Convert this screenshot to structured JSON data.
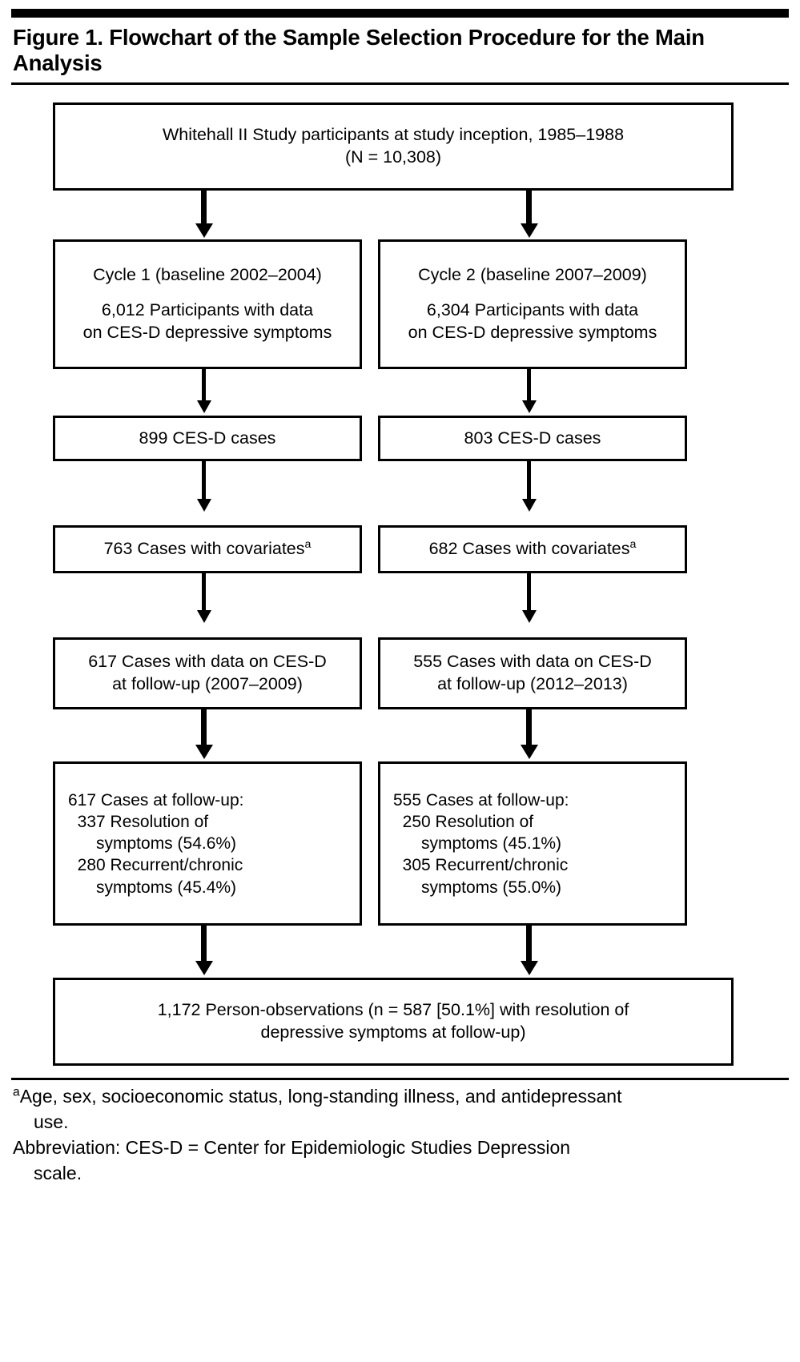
{
  "figure": {
    "title": "Figure 1. Flowchart of the Sample Selection Procedure for the Main Analysis"
  },
  "chart_data": {
    "type": "diagram",
    "title": "Figure 1. Flowchart of the Sample Selection Procedure for the Main Analysis",
    "nodes": [
      {
        "id": "inception",
        "lines": [
          "Whitehall II Study participants at study inception, 1985–1988",
          "(N = 10,308)"
        ]
      },
      {
        "id": "cycle1",
        "lines": [
          "Cycle 1 (baseline 2002–2004)",
          "",
          "6,012 Participants with data",
          "on CES-D depressive symptoms"
        ]
      },
      {
        "id": "cycle2",
        "lines": [
          "Cycle 2 (baseline 2007–2009)",
          "",
          "6,304 Participants with data",
          "on CES-D depressive symptoms"
        ]
      },
      {
        "id": "cases1",
        "lines": [
          "899 CES-D cases"
        ]
      },
      {
        "id": "cases2",
        "lines": [
          "803 CES-D cases"
        ]
      },
      {
        "id": "cov1",
        "lines": [
          "763 Cases with covariates"
        ],
        "footnote_marker": "a"
      },
      {
        "id": "cov2",
        "lines": [
          "682 Cases with covariates"
        ],
        "footnote_marker": "a"
      },
      {
        "id": "fu1",
        "lines": [
          "617 Cases with data on CES-D",
          "at follow-up (2007–2009)"
        ]
      },
      {
        "id": "fu2",
        "lines": [
          "555 Cases with data on CES-D",
          "at follow-up (2012–2013)"
        ]
      },
      {
        "id": "out1",
        "lines": [
          "617 Cases at follow-up:",
          "   337 Resolution of",
          "      symptoms (54.6%)",
          "   280 Recurrent/chronic",
          "      symptoms (45.4%)"
        ]
      },
      {
        "id": "out2",
        "lines": [
          "555 Cases at follow-up:",
          "   250 Resolution of",
          "      symptoms (45.1%)",
          "   305 Recurrent/chronic",
          "      symptoms (55.0%)"
        ]
      },
      {
        "id": "final",
        "lines": [
          "1,172 Person-observations (n = 587 [50.1%] with resolution of",
          "depressive symptoms at follow-up)"
        ]
      }
    ],
    "edges": [
      {
        "from": "inception",
        "to": "cycle1"
      },
      {
        "from": "inception",
        "to": "cycle2"
      },
      {
        "from": "cycle1",
        "to": "cases1"
      },
      {
        "from": "cycle2",
        "to": "cases2"
      },
      {
        "from": "cases1",
        "to": "cov1"
      },
      {
        "from": "cases2",
        "to": "cov2"
      },
      {
        "from": "cov1",
        "to": "fu1"
      },
      {
        "from": "cov2",
        "to": "fu2"
      },
      {
        "from": "fu1",
        "to": "out1"
      },
      {
        "from": "fu2",
        "to": "out2"
      },
      {
        "from": "out1",
        "to": "final"
      },
      {
        "from": "out2",
        "to": "final"
      }
    ],
    "values": {
      "total_inception": 10308,
      "cycle1_participants": 6012,
      "cycle2_participants": 6304,
      "cycle1_cases": 899,
      "cycle2_cases": 803,
      "cycle1_covariates": 763,
      "cycle2_covariates": 682,
      "cycle1_followup": 617,
      "cycle2_followup": 555,
      "cycle1_resolution_n": 337,
      "cycle1_resolution_pct": 54.6,
      "cycle1_recurrent_n": 280,
      "cycle1_recurrent_pct": 45.4,
      "cycle2_resolution_n": 250,
      "cycle2_resolution_pct": 45.1,
      "cycle2_recurrent_n": 305,
      "cycle2_recurrent_pct": 55.0,
      "total_person_observations": 1172,
      "total_resolution_n": 587,
      "total_resolution_pct": 50.1
    }
  },
  "boxes": {
    "inception": {
      "line1": "Whitehall II Study participants at study inception, 1985–1988",
      "line2": "(N = 10,308)"
    },
    "cycle1": {
      "line1": "Cycle 1 (baseline 2002–2004)",
      "line2": "6,012 Participants with data",
      "line3": "on CES-D depressive symptoms"
    },
    "cycle2": {
      "line1": "Cycle 2 (baseline 2007–2009)",
      "line2": "6,304 Participants with data",
      "line3": "on CES-D depressive symptoms"
    },
    "cases1": {
      "line1": "899 CES-D cases"
    },
    "cases2": {
      "line1": "803 CES-D cases"
    },
    "cov1": {
      "line1": "763 Cases with covariates",
      "marker": "a"
    },
    "cov2": {
      "line1": "682 Cases with covariates",
      "marker": "a"
    },
    "fu1": {
      "line1": "617 Cases with data on CES-D",
      "line2": "at follow-up (2007–2009)"
    },
    "fu2": {
      "line1": "555 Cases with data on CES-D",
      "line2": "at follow-up (2012–2013)"
    },
    "out1": {
      "line1": "617 Cases at follow-up:",
      "line2": "  337 Resolution of",
      "line3": "      symptoms (54.6%)",
      "line4": "  280 Recurrent/chronic",
      "line5": "      symptoms (45.4%)"
    },
    "out2": {
      "line1": "555 Cases at follow-up:",
      "line2": "  250 Resolution of",
      "line3": "      symptoms (45.1%)",
      "line4": "  305 Recurrent/chronic",
      "line5": "      symptoms (55.0%)"
    },
    "final": {
      "line1": "1,172 Person-observations (n = 587 [50.1%] with resolution of",
      "line2": "depressive symptoms at follow-up)"
    }
  },
  "notes": {
    "footnote_marker": "a",
    "footnote_line1": "Age, sex, socioeconomic status, long-standing illness, and antidepressant",
    "footnote_line2": "use.",
    "abbrev_line1": "Abbreviation: CES-D = Center for Epidemiologic Studies Depression",
    "abbrev_line2": "scale."
  }
}
